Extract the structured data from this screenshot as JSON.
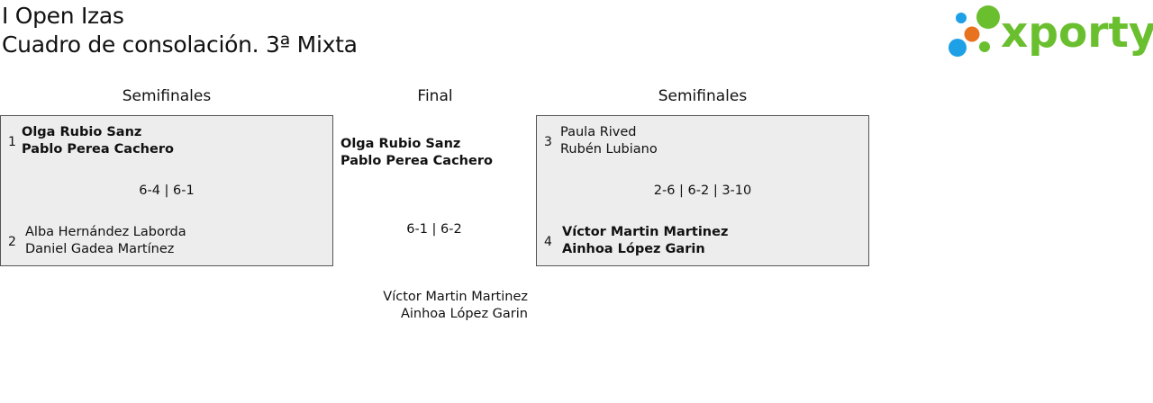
{
  "header": {
    "title": "I Open Izas",
    "subtitle": "Cuadro de consolación. 3ª Mixta"
  },
  "logo": {
    "text": "xporty",
    "colors": {
      "green": "#6abf2e",
      "blue": "#1ea0e6",
      "orange": "#e8731f"
    }
  },
  "rounds": {
    "left": "Semifinales",
    "final": "Final",
    "right": "Semifinales"
  },
  "semifinal_left": {
    "team_top": {
      "seed": "1",
      "player1": "Olga Rubio Sanz",
      "player2": "Pablo Perea Cachero",
      "winner": true
    },
    "score": "6-4 | 6-1",
    "team_bottom": {
      "seed": "2",
      "player1": "Alba Hernández Laborda",
      "player2": "Daniel Gadea Martínez",
      "winner": false
    }
  },
  "semifinal_right": {
    "team_top": {
      "seed": "3",
      "player1": "Paula Rived",
      "player2": "Rubén Lubiano",
      "winner": false
    },
    "score": "2-6 | 6-2 | 3-10",
    "team_bottom": {
      "seed": "4",
      "player1": "Víctor Martin Martinez",
      "player2": "Ainhoa López Garin",
      "winner": true
    }
  },
  "final": {
    "winner": {
      "player1": "Olga Rubio Sanz",
      "player2": "Pablo Perea Cachero"
    },
    "score": "6-1 | 6-2",
    "runner_up": {
      "player1": "Víctor Martin Martinez",
      "player2": "Ainhoa López Garin"
    }
  }
}
